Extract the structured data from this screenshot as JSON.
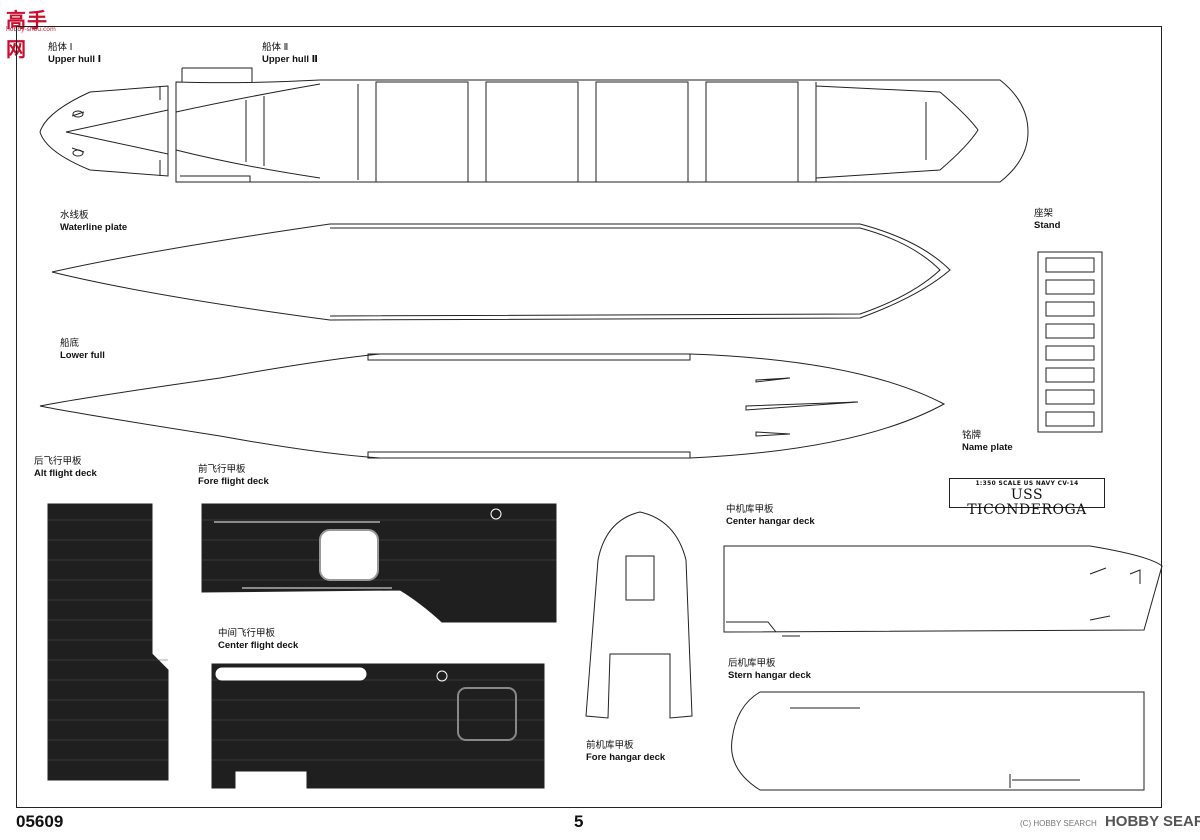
{
  "logo": {
    "text": "高手网",
    "subtext": "hobby-shou.com"
  },
  "parts": {
    "upper_hull_1": {
      "cn": "船体 Ⅰ",
      "en": "Upper hull Ⅰ"
    },
    "upper_hull_2": {
      "cn": "船体 Ⅱ",
      "en": "Upper hull Ⅱ"
    },
    "waterline_plate": {
      "cn": "水线板",
      "en": "Waterline plate"
    },
    "lower_hull": {
      "cn": "船底",
      "en": "Lower full"
    },
    "stand": {
      "cn": "座架",
      "en": "Stand"
    },
    "name_plate": {
      "cn": "铭牌",
      "en": "Name plate"
    },
    "aft_flight_deck": {
      "cn": "后飞行甲板",
      "en": "Alt flight deck"
    },
    "fore_flight_deck": {
      "cn": "前飞行甲板",
      "en": "Fore flight deck"
    },
    "center_flight_deck": {
      "cn": "中间飞行甲板",
      "en": "Center flight deck"
    },
    "fore_hangar_deck": {
      "cn": "前机库甲板",
      "en": "Fore hangar deck"
    },
    "center_hangar_deck": {
      "cn": "中机库甲板",
      "en": "Center hangar deck"
    },
    "stern_hangar_deck": {
      "cn": "后机库甲板",
      "en": "Stern hangar deck"
    }
  },
  "nameplate": {
    "scale_line": "1:350  SCALE  US  NAVY  CV-14",
    "ship_name": "USS TICONDEROGA"
  },
  "footer": {
    "product_code": "05609",
    "page_number": "5",
    "watermark": "HOBBY SEARCH",
    "watermark_copy": "(C) HOBBY SEARCH"
  },
  "colors": {
    "line": "#222222",
    "deck_fill": "#1f1f1f",
    "logo_red": "#c8102e",
    "paper": "#ffffff"
  }
}
